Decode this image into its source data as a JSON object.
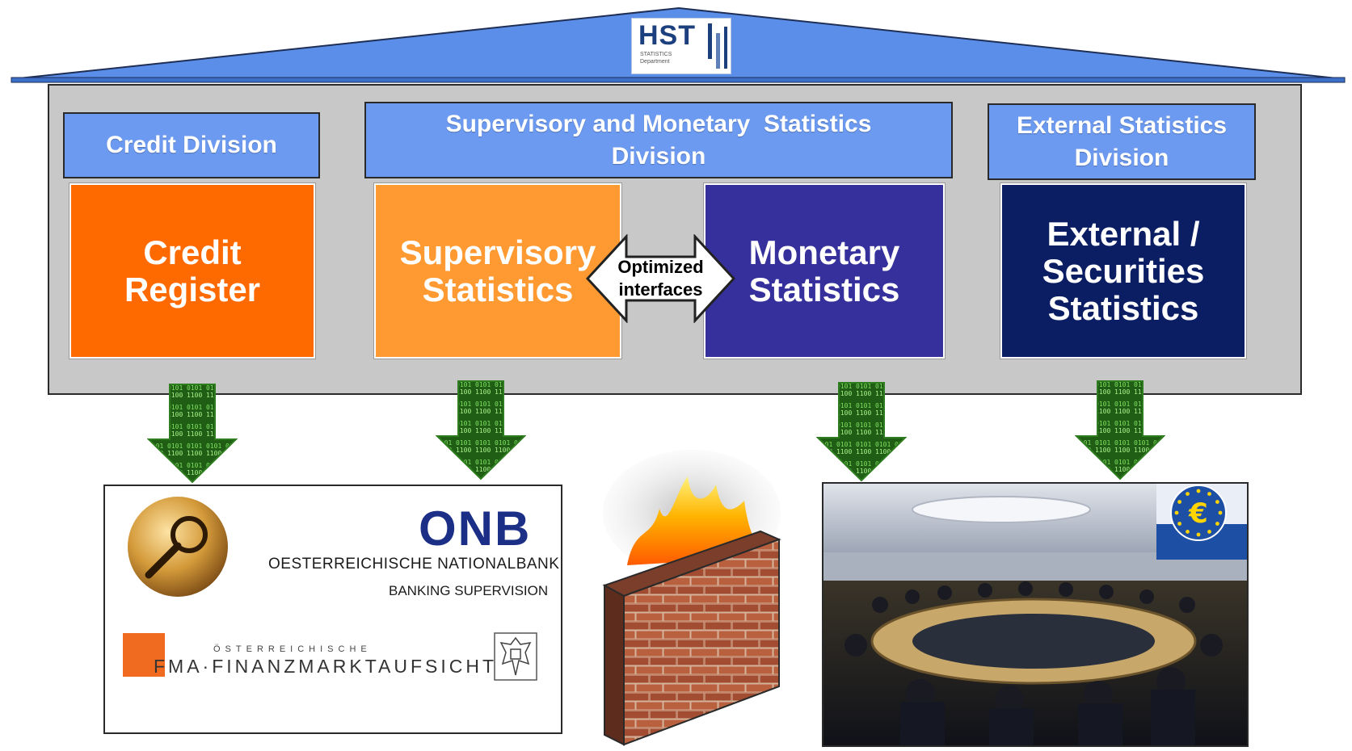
{
  "logo": {
    "title": "HST",
    "subtitle_line1": "STATISTICS",
    "subtitle_line2": "Department"
  },
  "divisions": {
    "credit": "Credit Division",
    "supervisory_monetary": [
      "Supervisory and Monetary  Statistics",
      "Division"
    ],
    "external": [
      "External Statistics",
      "Division"
    ]
  },
  "units": {
    "credit_register": [
      "Credit",
      "Register"
    ],
    "supervisory_statistics": [
      "Supervisory",
      "Statistics"
    ],
    "monetary_statistics": [
      "Monetary",
      "Statistics"
    ],
    "external_securities": [
      "External /",
      "Securities",
      "Statistics"
    ]
  },
  "interface": [
    "Optimized",
    "interfaces"
  ],
  "onb_panel": {
    "logo": "ONB",
    "name": "OESTERREICHISCHE NATIONALBANK",
    "subtitle": "BANKING SUPERVISION",
    "fma_small": "ÖSTERREICHISCHE",
    "fma_main": "FMA·FINANZMARKTAUFSICHT"
  },
  "colors": {
    "roof": "#5b8ee8",
    "division": "#6c9af0",
    "credit_register": "#ff6a00",
    "supervisory_statistics": "#ff9a33",
    "monetary_statistics": "#35309c",
    "external_securities": "#0b1e63",
    "data_arrow": "#2e7d1e",
    "building": "#c8c8c8"
  },
  "icons": {
    "arrows": "binary-data-down-arrow",
    "firewall": "burning-brick-wall",
    "magnifier": "magnifying-glass-icon",
    "ecb": "euro-stars-icon"
  }
}
